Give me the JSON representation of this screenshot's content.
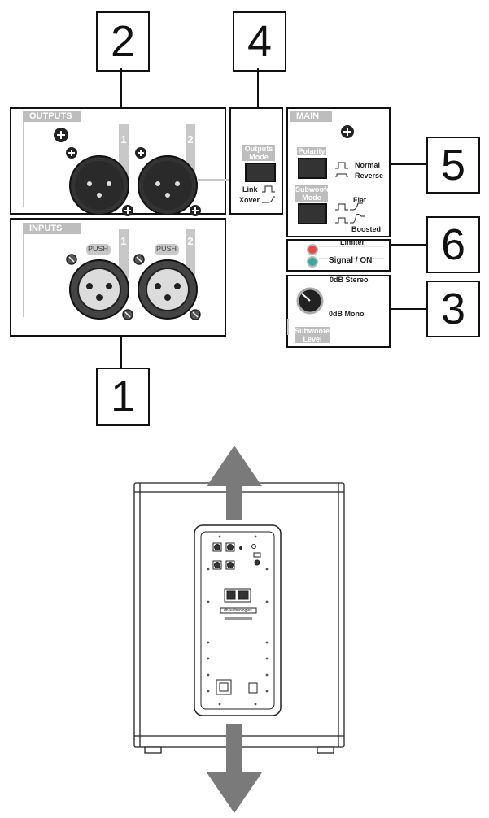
{
  "callouts": {
    "n1": "1",
    "n2": "2",
    "n3": "3",
    "n4": "4",
    "n5": "5",
    "n6": "6"
  },
  "outputs": {
    "title": "OUTPUTS",
    "ch1": "1",
    "ch2": "2"
  },
  "inputs": {
    "title": "INPUTS",
    "ch1": "1",
    "ch2": "2",
    "push1": "PUSH",
    "push2": "PUSH"
  },
  "output_mode": {
    "title_line1": "Outputs",
    "title_line2": "Mode",
    "link": "Link",
    "xover": "Xover"
  },
  "main": {
    "title": "MAIN",
    "polarity": "Polarity",
    "normal": "Normal",
    "reverse": "Reverse",
    "sub_mode_line1": "Subwoofer",
    "sub_mode_line2": "Mode",
    "flat": "Flat",
    "boosted": "Boosted"
  },
  "indicators": {
    "limiter": "Limiter",
    "signal": "Signal / ON"
  },
  "level": {
    "stereo": "0dB Stereo",
    "mono": "0dB Mono",
    "title_line1": "Subwoofer",
    "title_line2": "Level"
  },
  "speaker": {
    "brand": "dbTechnologies"
  }
}
